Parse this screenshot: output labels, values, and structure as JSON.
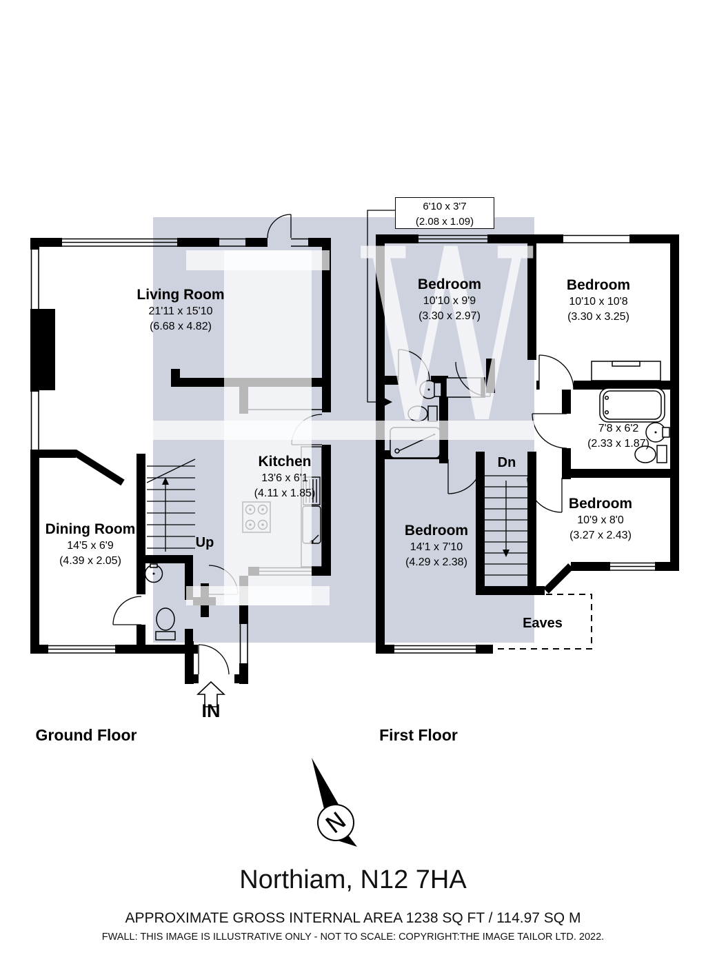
{
  "plan": {
    "title": "Northiam, N12 7HA",
    "area_line": "APPROXIMATE GROSS INTERNAL AREA 1238 SQ FT / 114.97 SQ M",
    "disclaimer": "FWALL: THIS IMAGE IS ILLUSTRATIVE ONLY - NOT TO SCALE: COPYRIGHT:THE IMAGE TAILOR LTD. 2022."
  },
  "floors": {
    "ground": "Ground Floor",
    "first": "First Floor"
  },
  "rooms": [
    {
      "name": "Living Room",
      "imperial": "21'11 x 15'10",
      "metric": "(6.68 x 4.82)"
    },
    {
      "name": "Kitchen",
      "imperial": "13'6 x 6'1",
      "metric": "(4.11 x 1.85)"
    },
    {
      "name": "Dining Room",
      "imperial": "14'5 x 6'9",
      "metric": "(4.39 x 2.05)"
    },
    {
      "name": "Bedroom",
      "imperial": "10'10 x 9'9",
      "metric": "(3.30 x 2.97)"
    },
    {
      "name": "Bedroom",
      "imperial": "10'10 x 10'8",
      "metric": "(3.30 x 3.25)"
    },
    {
      "name": "Bedroom",
      "imperial": "10'9 x 8'0",
      "metric": "(3.27 x 2.43)"
    },
    {
      "name": "Bedroom",
      "imperial": "14'1 x 7'10",
      "metric": "(4.29 x 2.38)"
    }
  ],
  "bathroom": {
    "imperial": "7'8 x 6'2",
    "metric": "(2.33 x 1.87)"
  },
  "annotation": {
    "imperial": "6'10 x 3'7",
    "metric": "(2.08 x 1.09)"
  },
  "markers": {
    "up": "Up",
    "down": "Dn",
    "eaves": "Eaves",
    "entrance": "IN"
  },
  "compass": {
    "north": "N"
  },
  "watermark": {
    "monogram_w": "W"
  },
  "colors": {
    "wall": "#000000",
    "watermark_box": "#cdd2de",
    "watermark_glyph": "rgba(255,255,255,0.72)"
  }
}
